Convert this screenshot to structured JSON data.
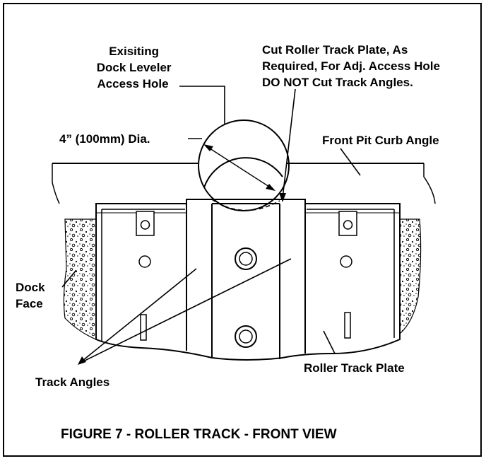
{
  "callouts": {
    "access_hole": [
      "Exisiting",
      "Dock Leveler",
      "Access Hole"
    ],
    "cut_note": [
      "Cut Roller Track Plate, As",
      "Required, For Adj. Access Hole",
      "DO NOT Cut Track Angles."
    ],
    "diameter": "4” (100mm) Dia.",
    "curb_angle": "Front Pit Curb Angle",
    "dock_face": [
      "Dock",
      "Face"
    ],
    "track_angles": "Track Angles",
    "roller_plate": "Roller Track Plate"
  },
  "caption": "FIGURE 7 - ROLLER TRACK - FRONT VIEW"
}
